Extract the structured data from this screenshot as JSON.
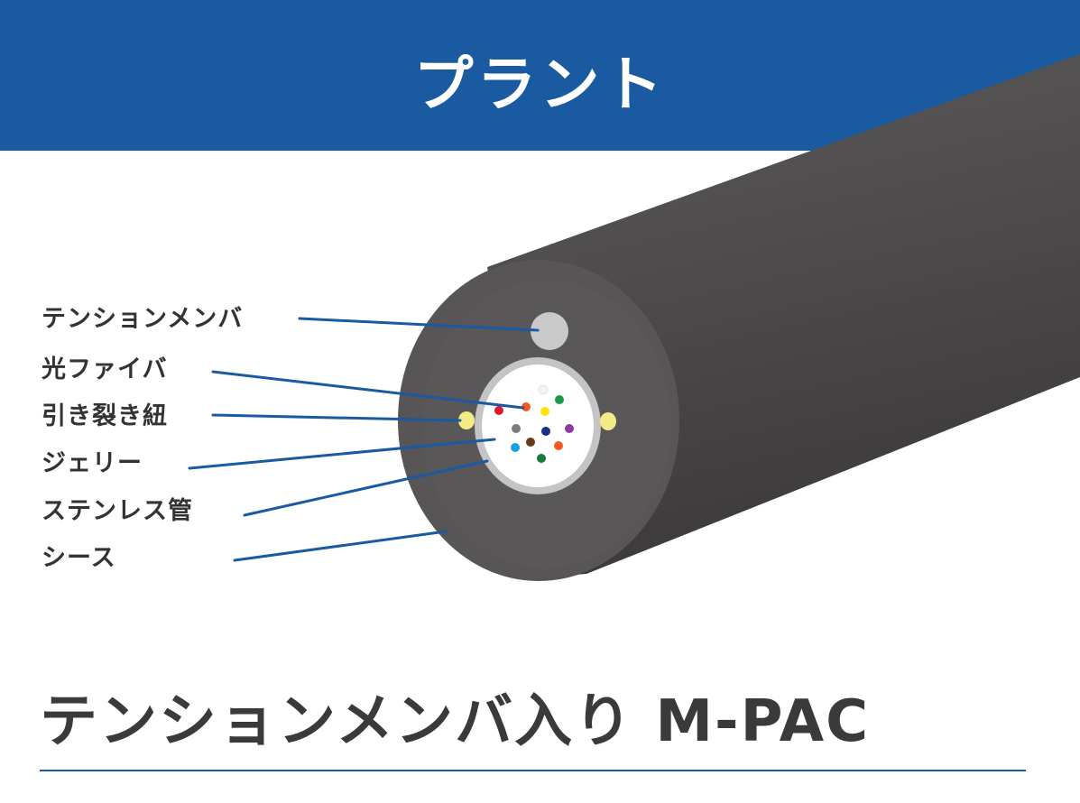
{
  "header": {
    "title": "プラント"
  },
  "labels": [
    {
      "id": "tension-member",
      "text": "テンションメンバ"
    },
    {
      "id": "optical-fiber",
      "text": "光ファイバ"
    },
    {
      "id": "rip-cord",
      "text": "引き裂き紐"
    },
    {
      "id": "jelly",
      "text": "ジェリー"
    },
    {
      "id": "stainless-tube",
      "text": "ステンレス管"
    },
    {
      "id": "sheath",
      "text": "シース"
    }
  ],
  "product": {
    "title": "テンションメンバ入り M-PAC"
  },
  "colors": {
    "header_band": "#1a5aa0",
    "leader_line": "#1a5aa0",
    "sheath": "#5a5858",
    "tube": "#c4c4c4",
    "tension_member": "#c9c9c9",
    "rip_cord": "#f2ec86",
    "fibers": [
      "#e01b2b",
      "#f05a22",
      "#f2f2f2",
      "#1a9a47",
      "#fde600",
      "#7b7b7b",
      "#1a2f8a",
      "#8b3aa0",
      "#1aa0e0",
      "#6b3a1a",
      "#f05a22",
      "#1a7a3a"
    ]
  }
}
